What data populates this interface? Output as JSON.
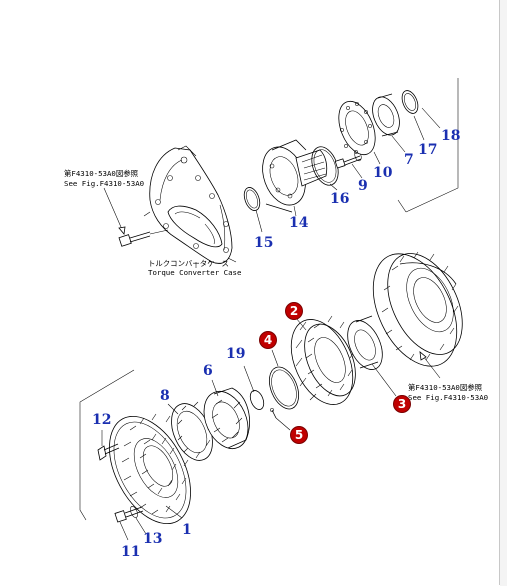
{
  "reference_notes": {
    "top_left_jp": "第F4310-53A0図参照",
    "top_left_en": "See Fig.F4310-53A0",
    "bottom_right_jp": "第F4310-53A0図参照",
    "bottom_right_en": "See Fig.F4310-53A0",
    "torque_case_jp": "トルクコンバータケース",
    "torque_case_en": "Torque Converter Case"
  },
  "callouts": {
    "p1": "1",
    "p6": "6",
    "p7": "7",
    "p8": "8",
    "p9": "9",
    "p10": "10",
    "p11": "11",
    "p12": "12",
    "p13": "13",
    "p14": "14",
    "p15": "15",
    "p16": "16",
    "p17": "17",
    "p18": "18",
    "p19": "19"
  },
  "highlighted_callouts": {
    "p2": "2",
    "p3": "3",
    "p4": "4",
    "p5": "5"
  },
  "colors": {
    "callout_text": "#1a2fb0",
    "highlight_badge": "#c00000",
    "line_art": "#000000"
  }
}
